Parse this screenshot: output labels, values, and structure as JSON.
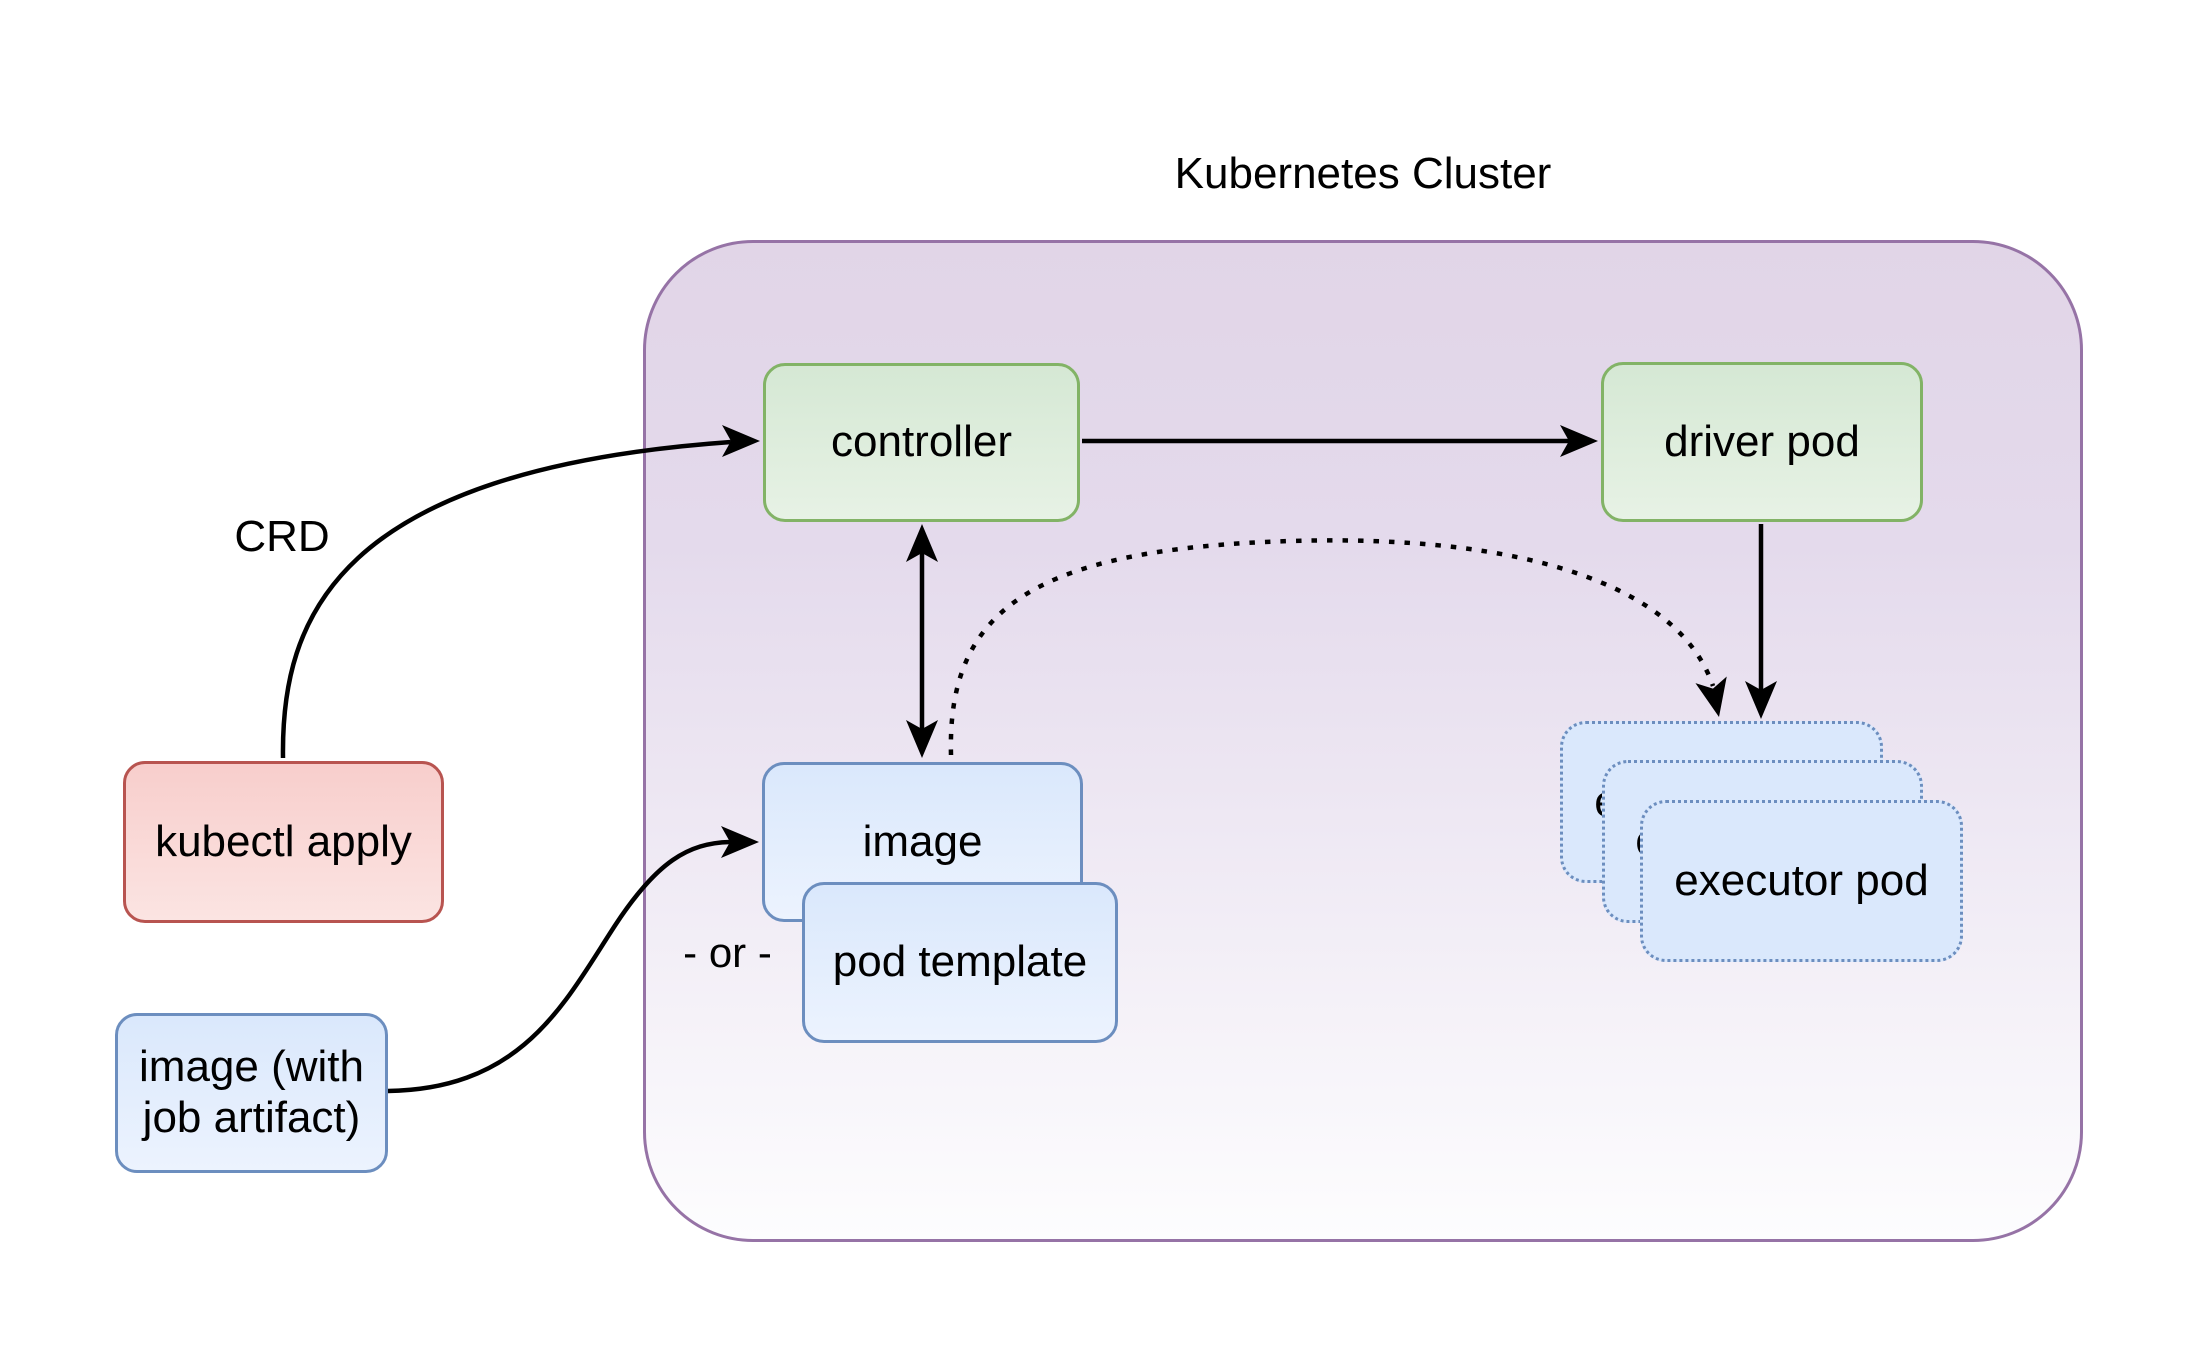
{
  "title": "Kubernetes Cluster",
  "nodes": {
    "controller": {
      "label": "controller"
    },
    "driver_pod": {
      "label": "driver pod"
    },
    "image": {
      "label": "image"
    },
    "pod_template": {
      "label": "pod template"
    },
    "executor_pod": {
      "label": "executor pod"
    },
    "kubectl_apply": {
      "label": "kubectl apply"
    },
    "image_with_job_artifact": {
      "label": "image (with\njob artifact)"
    }
  },
  "edge_labels": {
    "crd": "CRD",
    "or": "- or -"
  },
  "colors": {
    "cluster-fill": "#e1d5e7",
    "cluster-stroke": "#9673a6",
    "green-fill": "#d5e8d4",
    "green-stroke": "#82b366",
    "blue-fill": "#dae8fc",
    "blue-stroke": "#6c8ebf",
    "red-fill": "#f8cecc",
    "red-stroke": "#b85450",
    "arrow": "#000000"
  }
}
